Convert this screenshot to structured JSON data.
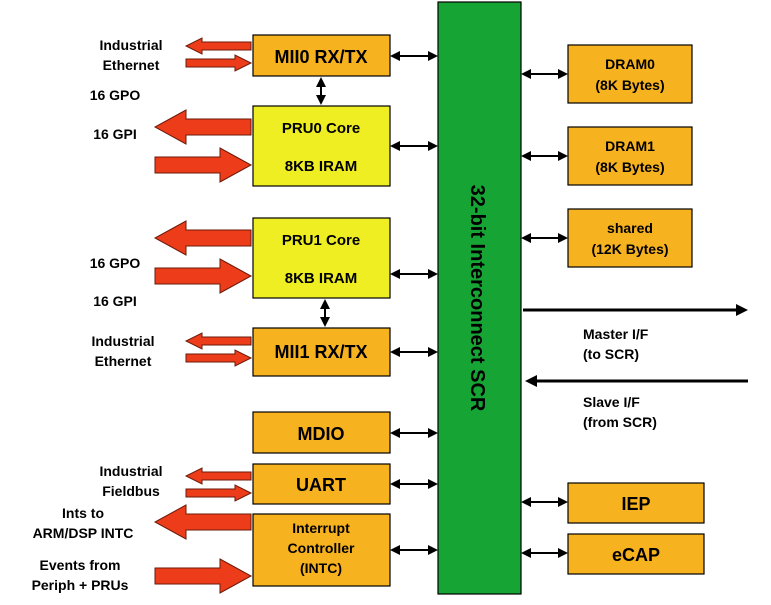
{
  "bus": {
    "label": "32-bit Interconnect SCR"
  },
  "blocks": {
    "mii0": "MII0 RX/TX",
    "pru0_core": "PRU0 Core",
    "pru0_iram": "8KB IRAM",
    "pru1_core": "PRU1 Core",
    "pru1_iram": "8KB IRAM",
    "mii1": "MII1 RX/TX",
    "mdio": "MDIO",
    "uart": "UART",
    "intc_line1": "Interrupt",
    "intc_line2": "Controller",
    "intc_line3": "(INTC)",
    "dram0_line1": "DRAM0",
    "dram0_line2": "(8K Bytes)",
    "dram1_line1": "DRAM1",
    "dram1_line2": "(8K Bytes)",
    "shared_line1": "shared",
    "shared_line2": "(12K Bytes)",
    "iep": "IEP",
    "ecap": "eCAP"
  },
  "labels": {
    "ie0_line1": "Industrial",
    "ie0_line2": "Ethernet",
    "gpo0": "16 GPO",
    "gpi0": "16 GPI",
    "gpo1": "16 GPO",
    "gpi1": "16 GPI",
    "ie1_line1": "Industrial",
    "ie1_line2": "Ethernet",
    "fb_line1": "Industrial",
    "fb_line2": "Fieldbus",
    "ints_line1": "Ints to",
    "ints_line2": "ARM/DSP INTC",
    "events_line1": "Events from",
    "events_line2": "Periph + PRUs",
    "master_line1": "Master I/F",
    "master_line2": "(to SCR)",
    "slave_line1": "Slave I/F",
    "slave_line2": "(from SCR)"
  },
  "colors": {
    "bus_green": "#16a535",
    "block_orange": "#f7b21f",
    "pru_yellow": "#eeee22",
    "arrow_red": "#ec3c1a"
  }
}
